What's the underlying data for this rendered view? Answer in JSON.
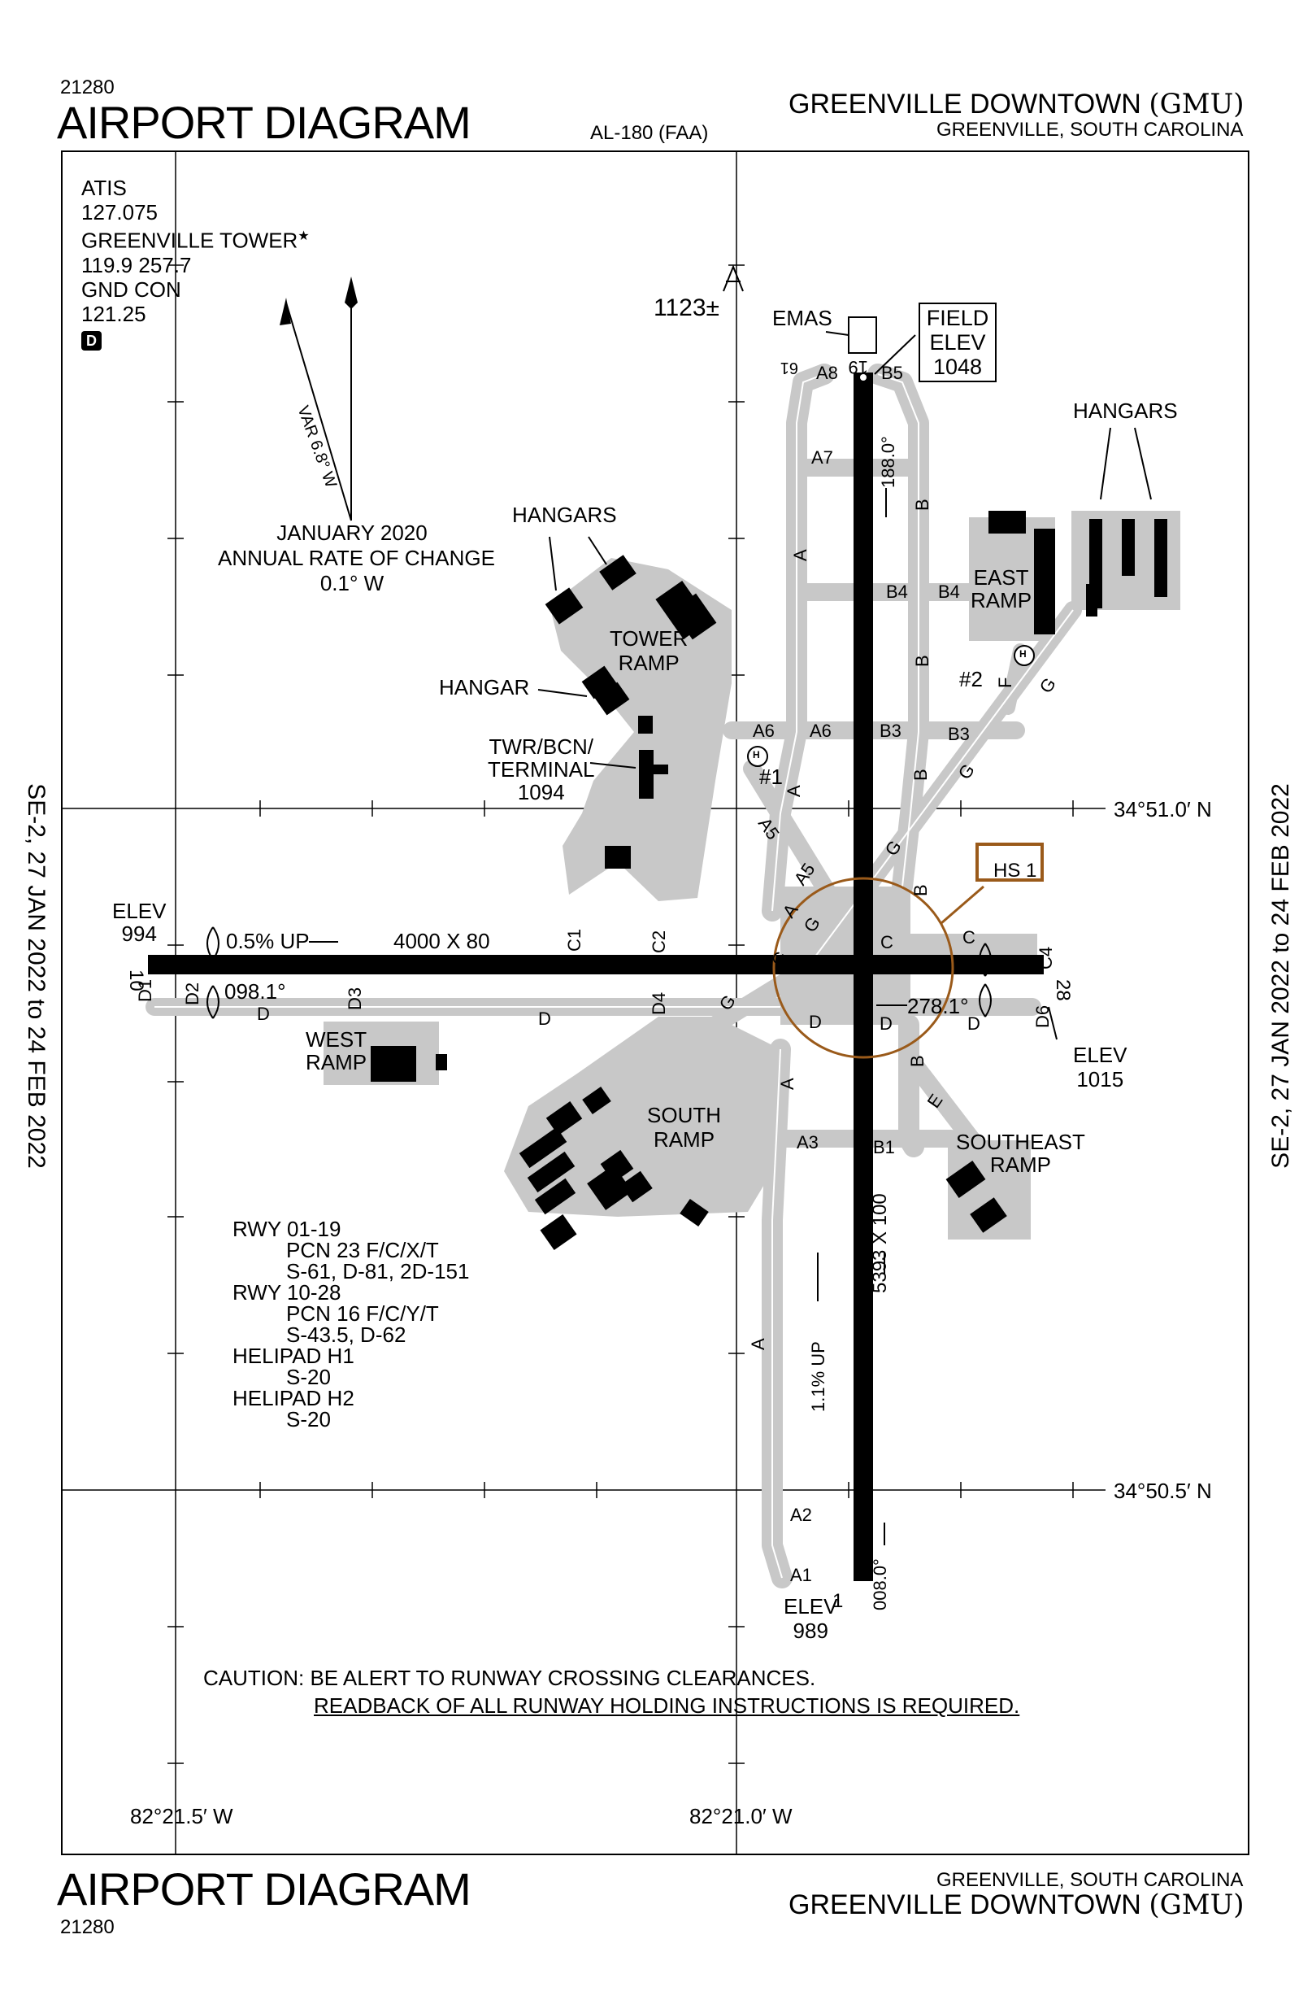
{
  "header": {
    "chart_id": "21280",
    "title": "AIRPORT DIAGRAM",
    "procedure_ref": "AL-180 (FAA)",
    "airport_name": "GREENVILLE DOWNTOWN",
    "airport_code": "(GMU)",
    "location": "GREENVILLE, SOUTH CAROLINA"
  },
  "footer": {
    "chart_id": "21280",
    "title": "AIRPORT DIAGRAM",
    "airport_name": "GREENVILLE DOWNTOWN",
    "airport_code": "(GMU)",
    "location": "GREENVILLE, SOUTH CAROLINA"
  },
  "margin_text": {
    "left_cycle": "SE-2,  27 JAN 2022  to  24 FEB 2022",
    "right_cycle": "SE-2,  27 JAN 2022  to  24 FEB 2022"
  },
  "frequencies": {
    "atis_label": "ATIS",
    "atis_freq": "127.075",
    "tower_label": "GREENVILLE TOWER",
    "tower_star": "★",
    "tower_freq": "119.9  257.7",
    "gnd_label": "GND CON",
    "gnd_freq": "121.25",
    "d_symbol": "D"
  },
  "magnetic": {
    "variation": "VAR 6.8° W",
    "date": "JANUARY 2020",
    "rate_label": "ANNUAL RATE OF CHANGE",
    "rate": "0.1° W"
  },
  "obstacle": {
    "elevation": "1123±"
  },
  "field_elevation": {
    "line1": "FIELD",
    "line2": "ELEV",
    "value": "1048"
  },
  "labels": {
    "emas": "EMAS",
    "emas_dist": "61",
    "hangars_nw": "HANGARS",
    "hangars_ne": "HANGARS",
    "hangar_w": "HANGAR",
    "tower_ramp": "TOWER\nRAMP",
    "twr": "TWR/BCN/",
    "terminal": "TERMINAL",
    "twr_elev": "1094",
    "east_ramp": "EAST\nRAMP",
    "west_ramp": "WEST\nRAMP",
    "south_ramp": "SOUTH\nRAMP",
    "southeast_ramp": "SOUTHEAST\nRAMP",
    "helipad1": "#1",
    "helipad2": "#2",
    "helipad_symbol": "H",
    "hotspot": "HS 1"
  },
  "runways": {
    "rwy_10": "10",
    "rwy_28": "28",
    "rwy_1": "1",
    "rwy_19": "19",
    "dims_10_28": "4000 X 80",
    "dims_01_19": "5393 X 100",
    "hdg_10": "098.1°",
    "hdg_28": "278.1°",
    "hdg_19": "188.0°",
    "hdg_01": "008.0°",
    "slope_10": "0.5% UP",
    "slope_01": "1.1% UP",
    "elev_10_label": "ELEV",
    "elev_10": "994",
    "elev_28_label": "ELEV",
    "elev_28": "1015",
    "elev_1_label": "ELEV",
    "elev_1": "989"
  },
  "taxiways": [
    "A",
    "A1",
    "A2",
    "A3",
    "A5",
    "A6",
    "A7",
    "A8",
    "B",
    "B1",
    "B3",
    "B4",
    "B5",
    "C",
    "C1",
    "C2",
    "C4",
    "D",
    "D1",
    "D2",
    "D3",
    "D4",
    "D6",
    "E",
    "F",
    "G"
  ],
  "coordinates": {
    "lat_upper": "34°51.0′ N",
    "lat_lower": "34°50.5′ N",
    "lon_left": "82°21.5′ W",
    "lon_right": "82°21.0′ W"
  },
  "pavement": {
    "rwy_0119": "RWY 01-19",
    "pcn_0119": "PCN 23 F/C/X/T",
    "wt_0119": "S-61, D-81, 2D-151",
    "rwy_1028": "RWY 10-28",
    "pcn_1028": "PCN 16 F/C/Y/T",
    "wt_1028": "S-43.5, D-62",
    "heli_h1": "HELIPAD H1",
    "wt_h1": "S-20",
    "heli_h2": "HELIPAD H2",
    "wt_h2": "S-20"
  },
  "caution": {
    "line1": "CAUTION: BE ALERT TO RUNWAY CROSSING CLEARANCES.",
    "line2": "READBACK OF ALL RUNWAY HOLDING INSTRUCTIONS IS REQUIRED."
  },
  "colors": {
    "hotspot": "#9a5a1a",
    "taxiway": "#c8c8c8"
  }
}
